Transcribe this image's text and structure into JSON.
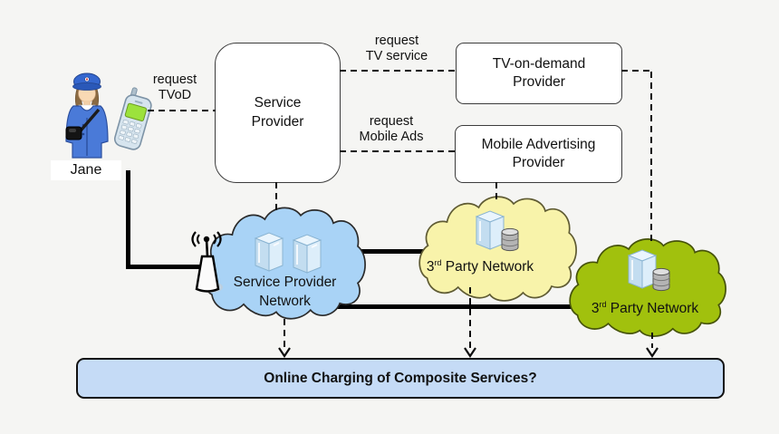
{
  "actor": {
    "name": "Jane"
  },
  "labels": {
    "request_tvod": [
      "request",
      "TVoD"
    ],
    "request_tv_service": [
      "request",
      "TV service"
    ],
    "request_mobile_ads": [
      "request",
      "Mobile Ads"
    ]
  },
  "nodes": {
    "service_provider": [
      "Service",
      "Provider"
    ],
    "tv_on_demand": [
      "TV-on-demand",
      "Provider"
    ],
    "mobile_advertising": [
      "Mobile Advertising",
      "Provider"
    ]
  },
  "clouds": {
    "service_provider_network": {
      "label": [
        "Service Provider",
        "Network"
      ],
      "fill": "#a9d3f6",
      "stroke": "#2b2b2b"
    },
    "third_party_yellow": {
      "ordinal": "3",
      "ordinal_suffix": "rd",
      "label": " Party Network",
      "fill": "#f8f3aa",
      "stroke": "#5f5b33"
    },
    "third_party_green": {
      "ordinal": "3",
      "ordinal_suffix": "rd",
      "label": " Party Network",
      "fill": "#a1c10d",
      "stroke": "#46530a"
    }
  },
  "banner": {
    "text": "Online Charging of Composite Services?",
    "fill": "#c5dbf6"
  },
  "colors": {
    "background": "#f5f5f3",
    "line": "#000000"
  }
}
